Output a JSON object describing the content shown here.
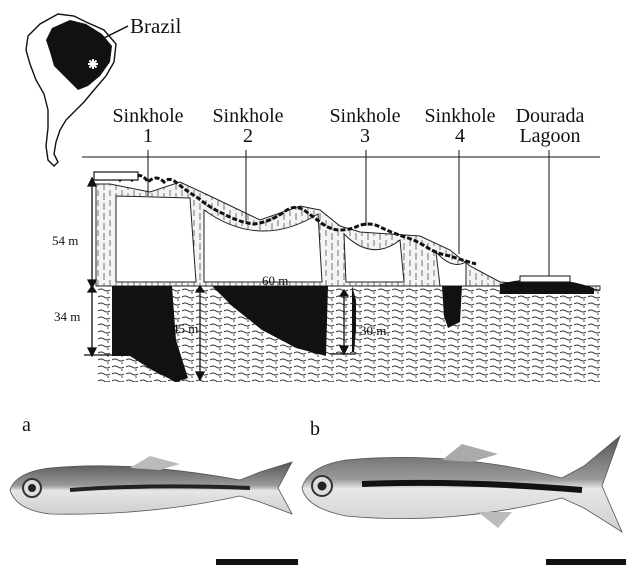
{
  "map": {
    "country_label": "Brazil"
  },
  "sinkholes": [
    {
      "name": "Sinkhole",
      "number": "1"
    },
    {
      "name": "Sinkhole",
      "number": "2"
    },
    {
      "name": "Sinkhole",
      "number": "3"
    },
    {
      "name": "Sinkhole",
      "number": "4"
    }
  ],
  "lagoon": {
    "line1": "Dourada",
    "line2": "Lagoon"
  },
  "measurements": {
    "height_54": "54  m",
    "height_34": "34 m",
    "depth_45": "45 m",
    "width_60": "60 m",
    "depth_30": "30 m"
  },
  "panels": {
    "a": "a",
    "b": "b"
  },
  "colors": {
    "ink": "#111111",
    "water_pattern": "#333333",
    "fish_dark": "#2a2a2a",
    "fish_light": "#d9d9d9"
  }
}
